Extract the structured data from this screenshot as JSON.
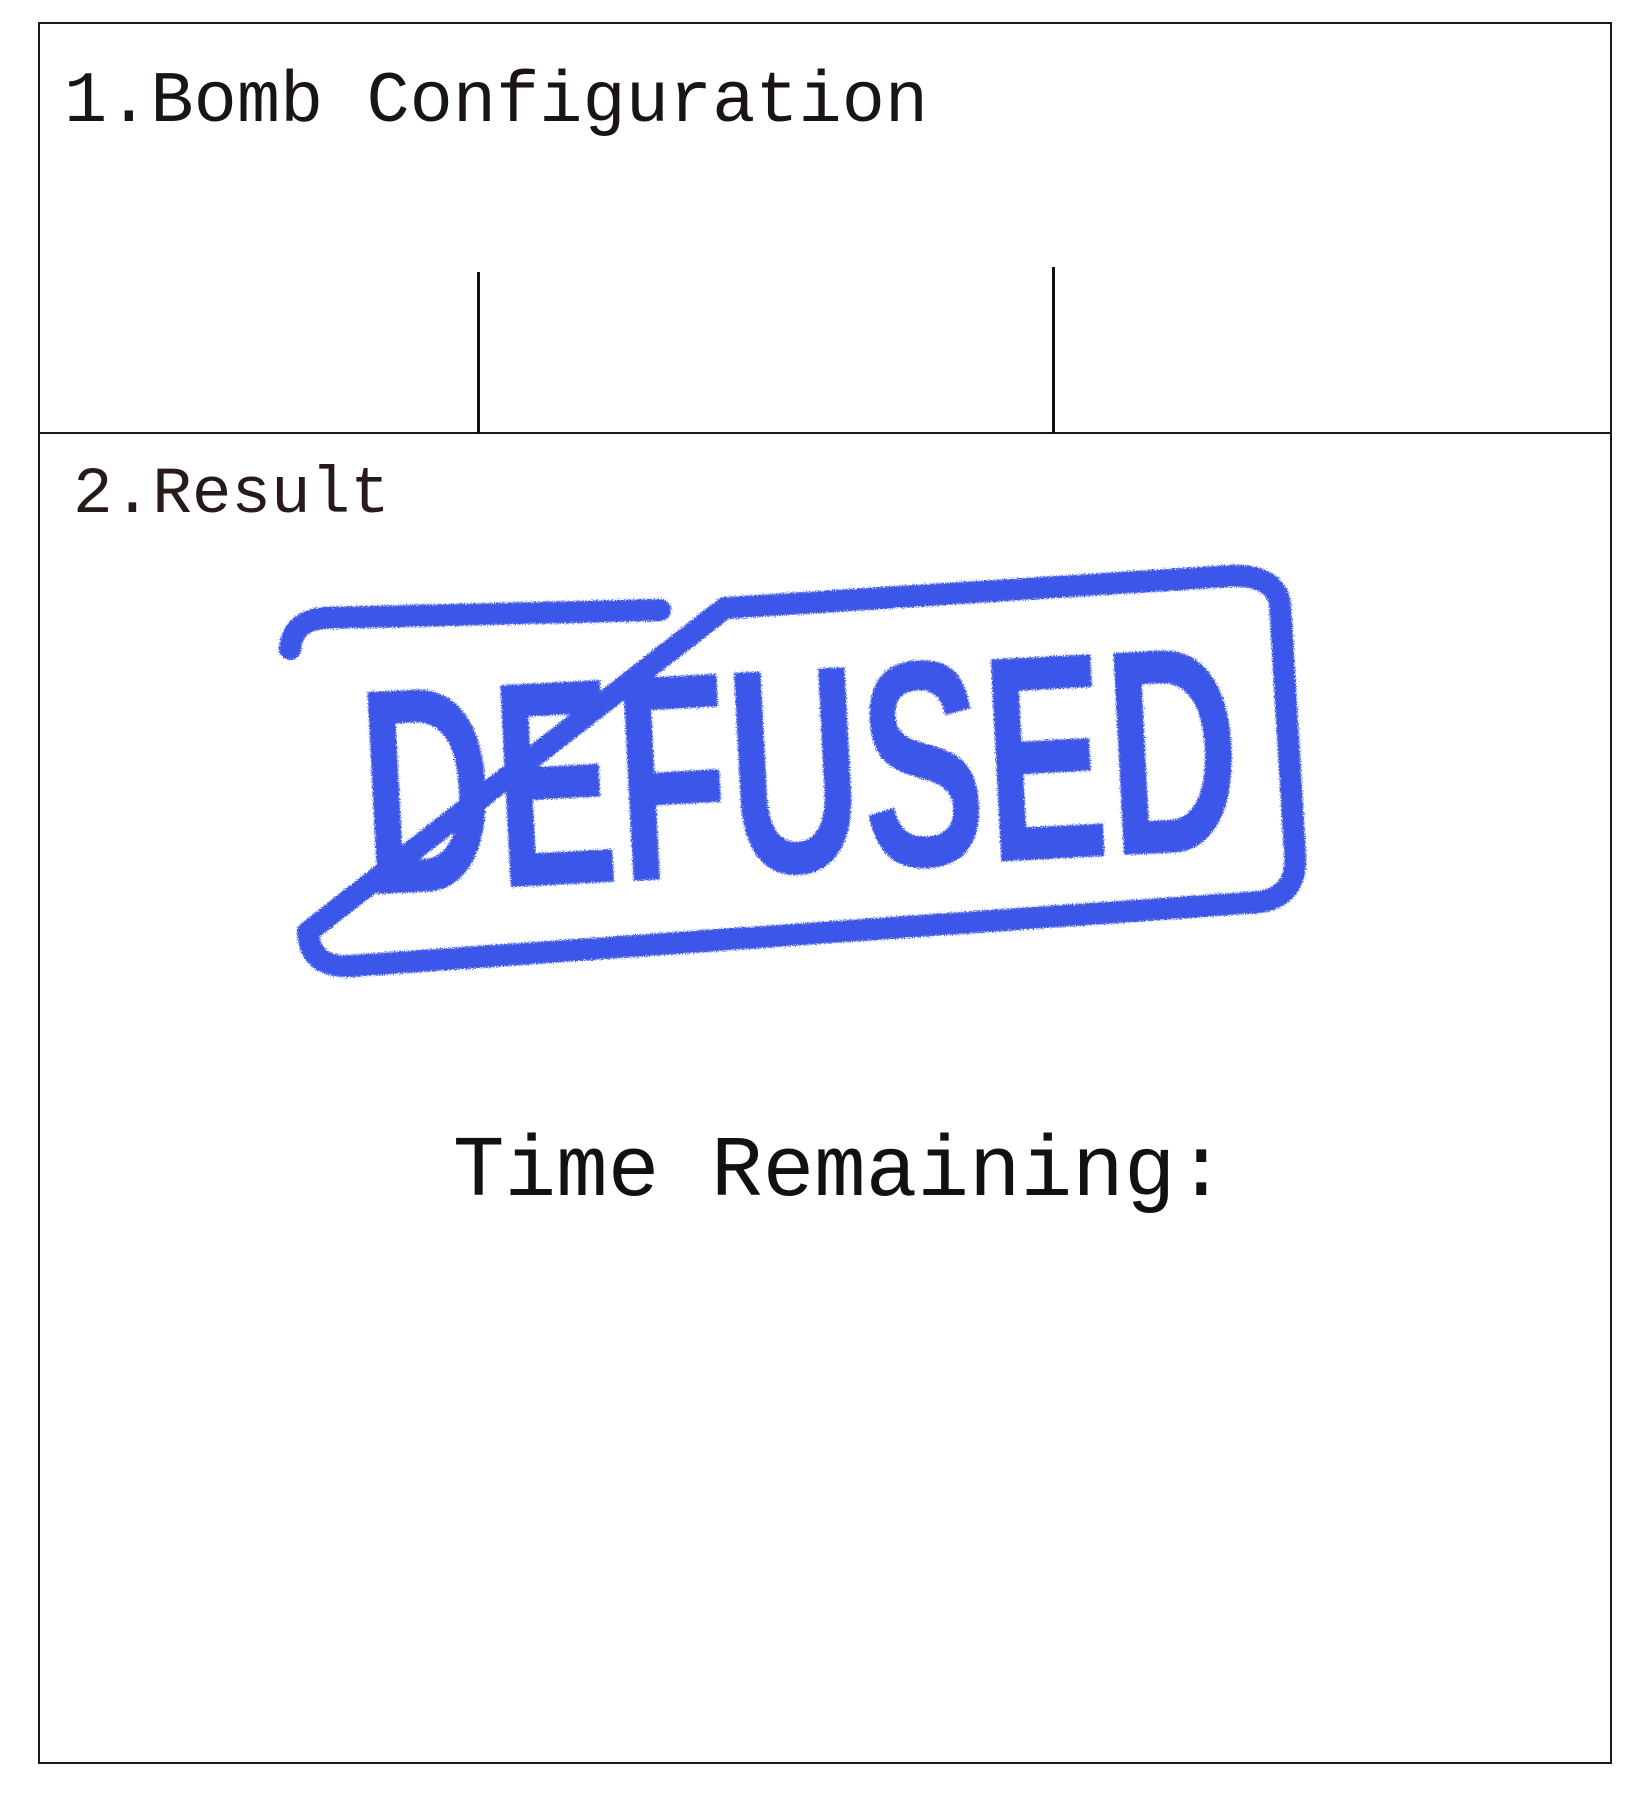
{
  "sections": {
    "configuration": {
      "title": "1.Bomb Configuration",
      "slots": [
        "",
        "",
        ""
      ]
    },
    "result": {
      "title": "2.Result",
      "stamp_text": "DEFUSED",
      "stamp_color": "#3a56e8",
      "time_remaining_label": "Time Remaining:",
      "time_remaining_value": ""
    }
  }
}
